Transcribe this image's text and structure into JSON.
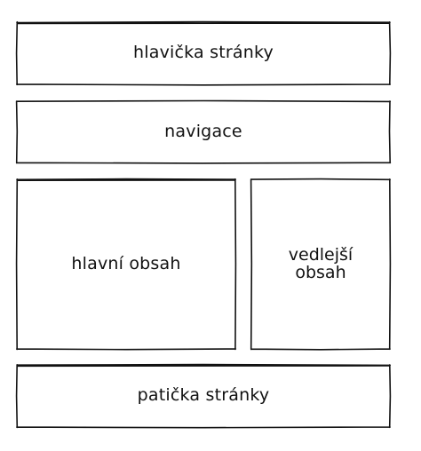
{
  "boxes": {
    "header": {
      "label": "hlavička stránky"
    },
    "navigation": {
      "label": "navigace"
    },
    "main": {
      "label": "hlavní obsah"
    },
    "aside": {
      "label_line1": "vedlejší",
      "label_line2": "obsah"
    },
    "footer": {
      "label": "patička stránky"
    }
  }
}
